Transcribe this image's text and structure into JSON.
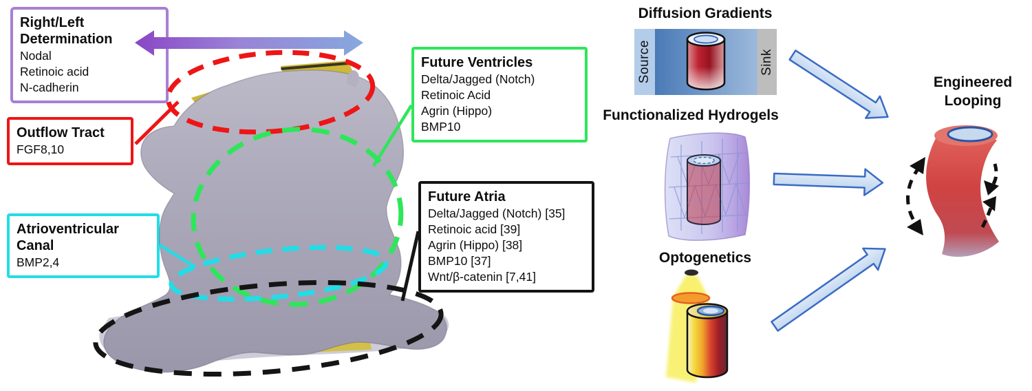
{
  "left_panel": {
    "boxes": {
      "right_left": {
        "title": "Right/Left Determination",
        "lines": [
          "Nodal",
          "Retinoic acid",
          "N-cadherin"
        ],
        "border_color": "#a87fd4"
      },
      "outflow_tract": {
        "title": "Outflow Tract",
        "lines": [
          "FGF8,10"
        ],
        "border_color": "#ee1515"
      },
      "atrioventricular_canal": {
        "title": "Atrioventricular Canal",
        "lines": [
          "BMP2,4"
        ],
        "border_color": "#22dde6"
      },
      "future_ventricles": {
        "title": "Future Ventricles",
        "lines": [
          "Delta/Jagged (Notch)",
          "Retinoic Acid",
          "Agrin (Hippo)",
          "BMP10"
        ],
        "border_color": "#2ee65a"
      },
      "future_atria": {
        "title": "Future Atria",
        "lines": [
          "Delta/Jagged (Notch) [35]",
          "Retinoic acid [39]",
          "Agrin (Hippo) [38]",
          "BMP10 [37]",
          "Wnt/β-catenin [7,41]"
        ],
        "border_color": "#141414"
      }
    },
    "region_outline_colors": {
      "outflow_tract": "#ee1515",
      "future_ventricles": "#2ee65a",
      "atrioventricular_canal": "#22dde6",
      "future_atria": "#141414"
    },
    "gradient_arrow_colors": {
      "left": "#8a46c6",
      "right": "#86a8de"
    }
  },
  "right_panel": {
    "diffusion": {
      "title": "Diffusion Gradients",
      "source_label": "Source",
      "sink_label": "Sink"
    },
    "hydrogels": {
      "title": "Functionalized Hydrogels"
    },
    "optogenetics": {
      "title": "Optogenetics"
    },
    "looping": {
      "title_line1": "Engineered",
      "title_line2": "Looping"
    },
    "block_arrow_colors": {
      "fill": "#cfe0f2",
      "stroke": "#3a6bc4"
    }
  },
  "model_colors": {
    "heart_body": "#aba8b9",
    "yellow_patches": "#d3c04a",
    "diffusion_cylinder_red": "#b01d2a",
    "looping_tube_red": "#cf4343"
  }
}
